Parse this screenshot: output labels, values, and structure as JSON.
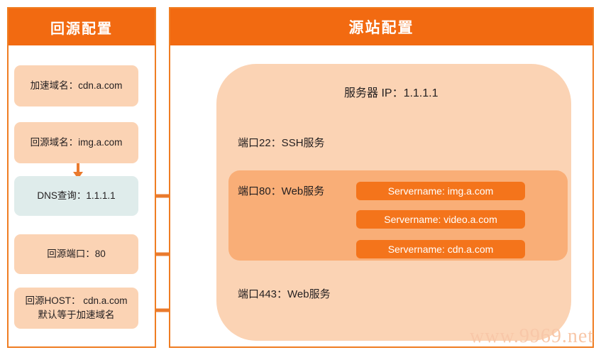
{
  "left_panel": {
    "title": "回源配置",
    "boxes": [
      {
        "id": "accel-domain",
        "text": "加速域名：cdn.a.com"
      },
      {
        "id": "origin-domain",
        "text": "回源域名：img.a.com"
      },
      {
        "id": "dns-query",
        "text": "DNS查询：1.1.1.1"
      },
      {
        "id": "origin-port",
        "text": "回源端口：80"
      },
      {
        "id": "origin-host-line1",
        "text": "回源HOST： cdn.a.com"
      },
      {
        "id": "origin-host-line2",
        "text": "默认等于加速域名"
      }
    ]
  },
  "right_panel": {
    "title": "源站配置",
    "server_ip": "服务器 IP：1.1.1.1",
    "port22": "端口22：SSH服务",
    "port80": "端口80：Web服务",
    "port443": "端口443：Web服务",
    "servernames": [
      "Servername: img.a.com",
      "Servername: video.a.com",
      "Servername: cdn.a.com"
    ]
  },
  "watermark": "www.9969.net",
  "colors": {
    "header_orange": "#f26a11",
    "border_orange": "#ef7d22",
    "box_peach": "#fbd3b4",
    "dns_mint": "#dfeceb",
    "inner_orange": "#f9ae77",
    "chip_orange": "#f4741b",
    "wire_orange": "#ea7a2d",
    "watermark_color": "#f8c7a8"
  }
}
